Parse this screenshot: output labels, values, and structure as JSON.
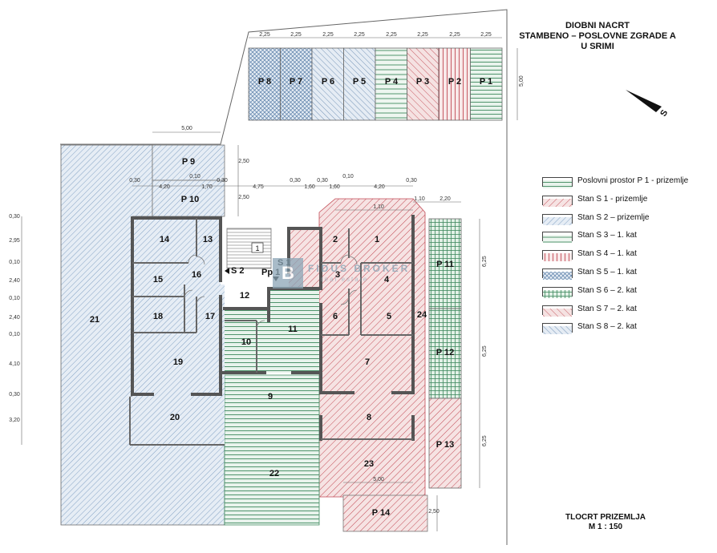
{
  "header": {
    "title_line1": "DIOBNI NACRT",
    "title_line2": "STAMBENO – POSLOVNE ZGRADE A",
    "title_line3": "U SRIMI"
  },
  "north_label": "S",
  "colors": {
    "P1": "#3f8a5f",
    "S1": "#c24a55",
    "S2": "#6a8fb8",
    "S3": "#3f8a5f",
    "S4": "#c24a55",
    "S5": "#5a7fa8",
    "S6": "#3f8a5f",
    "S7": "#c24a55",
    "S8": "#5a7fa8",
    "wall": "#555555"
  },
  "legend": [
    {
      "key": "P1",
      "label": "Poslovni prostor P 1 - prizemlje"
    },
    {
      "key": "S1",
      "label": "Stan S 1 - prizemlje"
    },
    {
      "key": "S2",
      "label": "Stan S 2 – prizemlje"
    },
    {
      "key": "S3",
      "label": "Stan S 3 – 1. kat"
    },
    {
      "key": "S4",
      "label": "Stan S 4 – 1. kat"
    },
    {
      "key": "S5",
      "label": "Stan S 5 – 1. kat"
    },
    {
      "key": "S6",
      "label": "Stan S 6 – 2. kat"
    },
    {
      "key": "S7",
      "label": "Stan S 7 – 2. kat"
    },
    {
      "key": "S8",
      "label": "Stan S 8 – 2. kat"
    }
  ],
  "parking_top": [
    "P 8",
    "P 7",
    "P 6",
    "P 5",
    "P 4",
    "P 3",
    "P 2",
    "P 1"
  ],
  "parking_top_dims": [
    "2,25",
    "2,25",
    "2,25",
    "2,25",
    "2,25",
    "2,25",
    "2,25",
    "2,25"
  ],
  "parking_top_depth": "5,00",
  "parking_left": [
    "P 9",
    "P 10"
  ],
  "parking_right": [
    "P 11",
    "P 12",
    "P 13"
  ],
  "parking_right_dims": [
    "6,25",
    "6,25",
    "6,25"
  ],
  "parking_bottom": "P 14",
  "rooms": [
    "1",
    "2",
    "3",
    "4",
    "5",
    "6",
    "7",
    "8",
    "9",
    "10",
    "11",
    "12",
    "13",
    "14",
    "15",
    "16",
    "17",
    "18",
    "19",
    "20",
    "21",
    "22",
    "23",
    "24"
  ],
  "entrances": [
    "S 1",
    "S 2",
    "Pp 1"
  ],
  "stair_number": "1",
  "dims_top": [
    "5,00",
    "2,50",
    "2,50",
    "4,75",
    "0,30",
    "1,60",
    "0,30",
    "1,60",
    "0,10",
    "4,20",
    "0,30",
    "1,10",
    "2,20",
    "1,10",
    "0,30",
    "4,20",
    "0,10",
    "1,70",
    "0,30",
    "5,00",
    "2,50"
  ],
  "dims_left": [
    "0,30",
    "2,95",
    "0,10",
    "2,40",
    "0,10",
    "2,40",
    "0,10",
    "4,10",
    "0,30",
    "3,20"
  ],
  "watermark": {
    "logo": "B",
    "text": "FIDUS BROKER",
    "sub": "real estate"
  },
  "footer": {
    "line1": "TLOCRT PRIZEMLJA",
    "line2": "M 1 : 150"
  }
}
